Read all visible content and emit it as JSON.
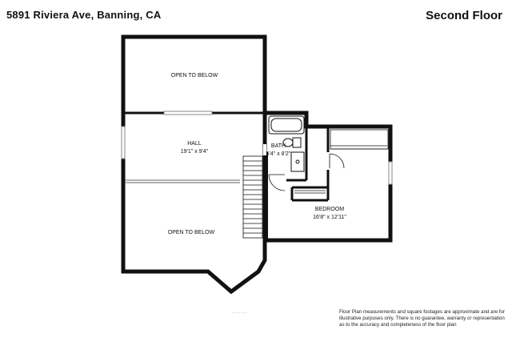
{
  "header": {
    "address": "5891 Riviera Ave, Banning, CA",
    "floor": "Second Floor"
  },
  "rooms": {
    "open_top": {
      "name": "OPEN TO BELOW"
    },
    "hall": {
      "name": "HALL",
      "dims": "19'1\" x 9'4\""
    },
    "open_bottom": {
      "name": "OPEN TO BELOW"
    },
    "bath": {
      "name": "BATH",
      "dims": "5'4\" x 8'2\""
    },
    "bedroom": {
      "name": "BEDROOM",
      "dims": "16'8\" x 12'11\""
    }
  },
  "disclaimer": {
    "line1": "Floor Plan measurements and square footages are approximate and are for",
    "line2": "illustrative purposes only. There is no guarantee, warranty or representation",
    "line3": "as to the accuracy and completeness of the floor plan"
  }
}
